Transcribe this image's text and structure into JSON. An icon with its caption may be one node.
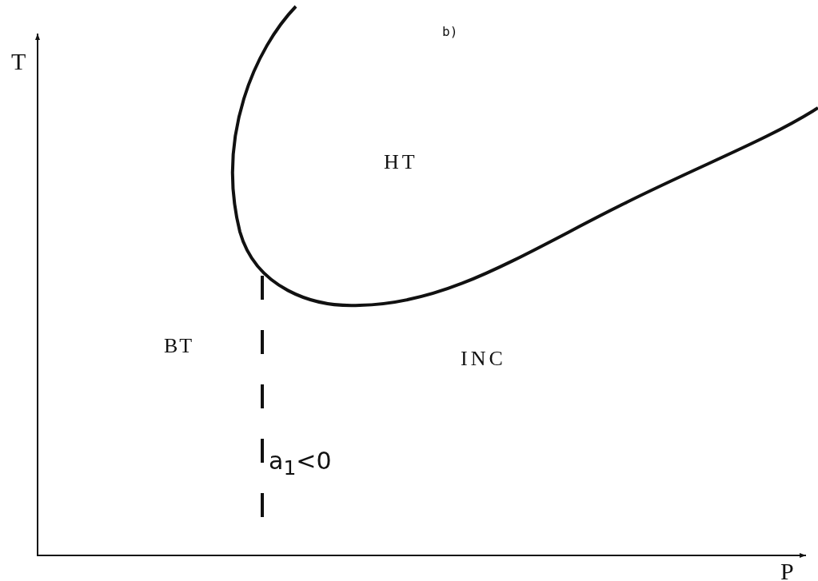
{
  "diagram": {
    "labels": [
      "b)",
      "T",
      "HT",
      "BT",
      "INC",
      "a$_{1}$<0",
      "P"
    ]
  }
}
